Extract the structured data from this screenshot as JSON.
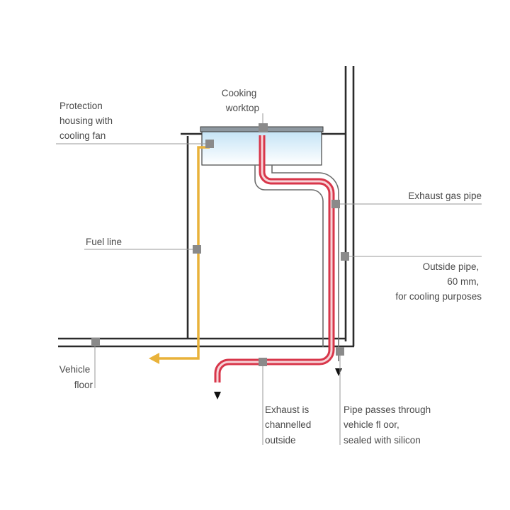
{
  "labels": {
    "protection_housing": [
      "Protection",
      "housing with",
      "cooling fan"
    ],
    "cooking_worktop": [
      "Cooking",
      "worktop"
    ],
    "fuel_line": [
      "Fuel line"
    ],
    "exhaust_gas_pipe": [
      "Exhaust gas pipe"
    ],
    "outside_pipe": [
      "Outside pipe,",
      "60 mm,",
      "for cooling purposes"
    ],
    "vehicle_floor": [
      "Vehicle",
      "floor"
    ],
    "exhaust_channelled": [
      "Exhaust is",
      "channelled",
      "outside"
    ],
    "pipe_passes": [
      "Pipe passes through",
      "vehicle fl oor,",
      "sealed with silicon"
    ]
  },
  "colors": {
    "structure": "#2b2b2b",
    "exhaust_outer": "#d8364a",
    "exhaust_core": "#f7d4d8",
    "fuel": "#e9b23a",
    "outside_pipe": "#6d6d6d",
    "marker": "#8a8a8a",
    "leader": "#9a9a9a",
    "unit_top": "#bfe1f5",
    "unit_bottom": "#ffffff",
    "label_text": "#4a4a4a"
  }
}
